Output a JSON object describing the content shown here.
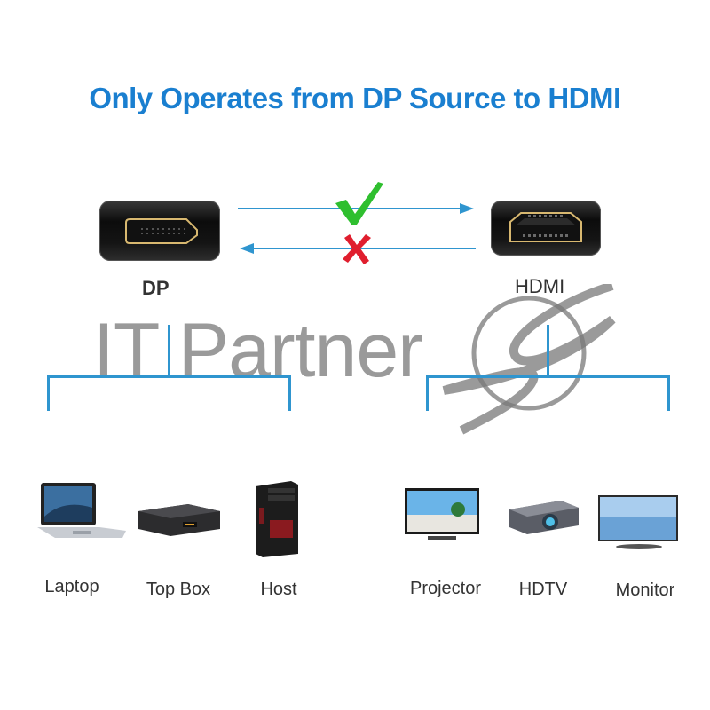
{
  "title": "Only Operates from DP Source to HDMI",
  "connectors": {
    "source": {
      "label": "DP",
      "icon": "displayport-connector-icon"
    },
    "target": {
      "label": "HDMI",
      "icon": "hdmi-connector-icon"
    }
  },
  "directions": {
    "forward": {
      "from": "DP",
      "to": "HDMI",
      "status": "supported",
      "icon": "checkmark-icon",
      "color": "#2fbf2f"
    },
    "reverse": {
      "from": "HDMI",
      "to": "DP",
      "status": "not supported",
      "icon": "x-icon",
      "color": "#e01e2e"
    }
  },
  "colors": {
    "title": "#1a7fd0",
    "lines": "#2f95cf"
  },
  "watermark": {
    "text": "IT Partner"
  },
  "source_devices": [
    {
      "label": "Laptop",
      "icon": "laptop-icon"
    },
    {
      "label": "Top Box",
      "icon": "set-top-box-icon"
    },
    {
      "label": "Host",
      "icon": "pc-tower-icon"
    }
  ],
  "target_devices": [
    {
      "label": "Projector",
      "icon": "tv-screen-icon"
    },
    {
      "label": "HDTV",
      "icon": "projector-icon"
    },
    {
      "label": "Monitor",
      "icon": "monitor-icon"
    }
  ]
}
